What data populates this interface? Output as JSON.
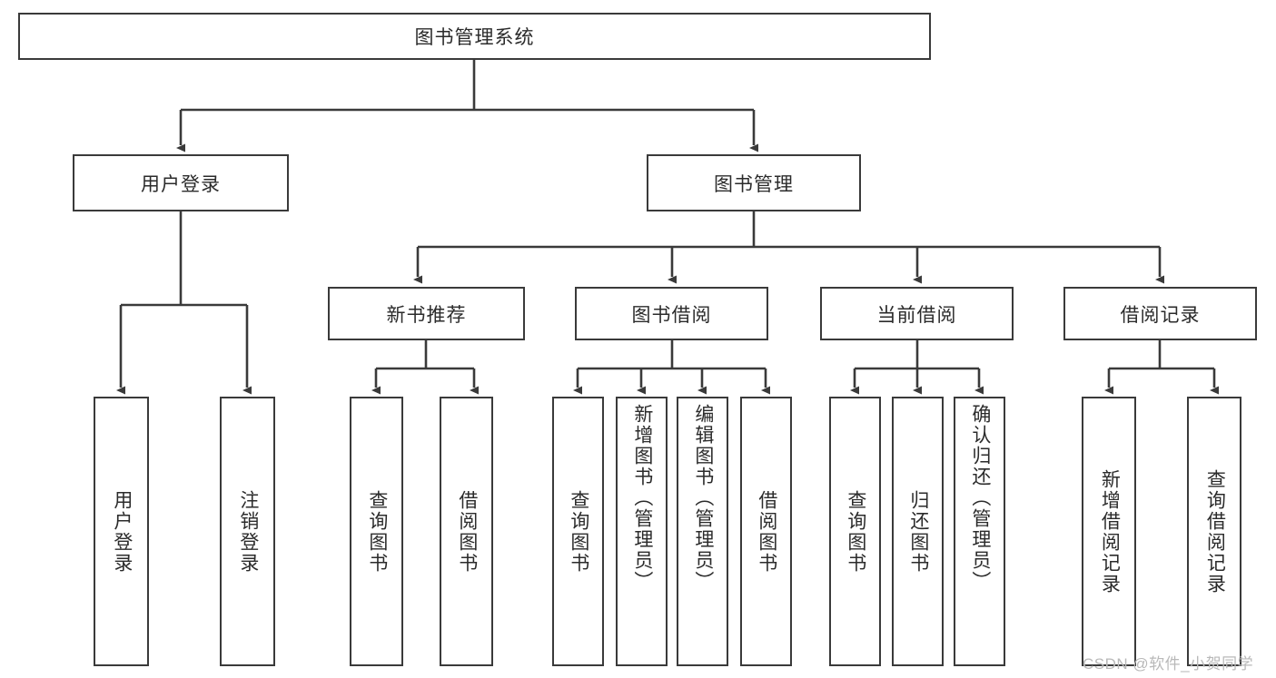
{
  "diagram": {
    "title": "图书管理系统",
    "type": "tree-hierarchy-diagram",
    "root": {
      "id": "root",
      "label": "图书管理系统"
    },
    "level1": [
      {
        "id": "user-login",
        "label": "用户登录"
      },
      {
        "id": "book-management",
        "label": "图书管理"
      }
    ],
    "level2": [
      {
        "id": "new-book-recommend",
        "label": "新书推荐",
        "parent": "book-management"
      },
      {
        "id": "book-borrow",
        "label": "图书借阅",
        "parent": "book-management"
      },
      {
        "id": "current-borrow",
        "label": "当前借阅",
        "parent": "book-management"
      },
      {
        "id": "borrow-record",
        "label": "借阅记录",
        "parent": "book-management"
      }
    ],
    "leaves": [
      {
        "id": "leaf-user-login",
        "label": "用户登录",
        "parent": "user-login"
      },
      {
        "id": "leaf-user-logout",
        "label": "注销登录",
        "parent": "user-login"
      },
      {
        "id": "leaf-query-book-1",
        "label": "查询图书",
        "parent": "new-book-recommend"
      },
      {
        "id": "leaf-borrow-book-1",
        "label": "借阅图书",
        "parent": "new-book-recommend"
      },
      {
        "id": "leaf-query-book-2",
        "label": "查询图书",
        "parent": "book-borrow"
      },
      {
        "id": "leaf-add-book",
        "label": "新增图书（管理员）",
        "parent": "book-borrow"
      },
      {
        "id": "leaf-edit-book",
        "label": "编辑图书（管理员）",
        "parent": "book-borrow"
      },
      {
        "id": "leaf-borrow-book-2",
        "label": "借阅图书",
        "parent": "book-borrow"
      },
      {
        "id": "leaf-query-book-3",
        "label": "查询图书",
        "parent": "current-borrow"
      },
      {
        "id": "leaf-return-book",
        "label": "归还图书",
        "parent": "current-borrow"
      },
      {
        "id": "leaf-confirm-return",
        "label": "确认归还（管理员）",
        "parent": "current-borrow"
      },
      {
        "id": "leaf-add-record",
        "label": "新增借阅记录",
        "parent": "borrow-record"
      },
      {
        "id": "leaf-query-record",
        "label": "查询借阅记录",
        "parent": "borrow-record"
      }
    ],
    "colors": {
      "stroke": "#3a3a3a",
      "text": "#2b2b2b",
      "background": "#ffffff",
      "watermark": "#b9b9b9"
    }
  },
  "watermark": {
    "text": "CSDN @软件_小贺同学"
  }
}
